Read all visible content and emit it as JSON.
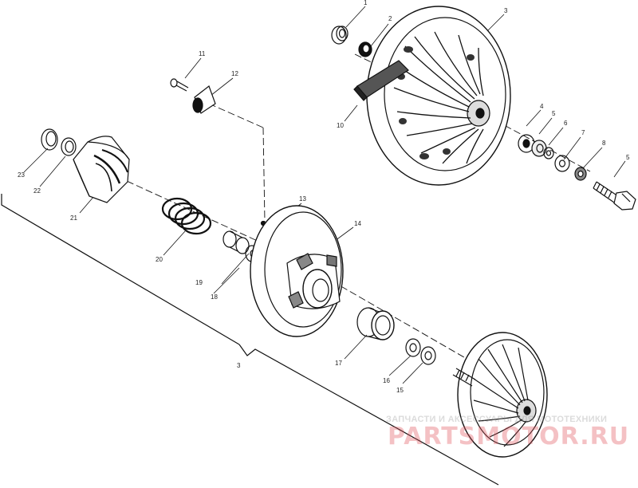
{
  "diagram": {
    "callouts": [
      "1",
      "2",
      "3",
      "4",
      "5",
      "6",
      "7",
      "8",
      "5",
      "10",
      "11",
      "12",
      "13",
      "14",
      "3",
      "15",
      "16",
      "17",
      "18",
      "19",
      "20",
      "21",
      "22",
      "23"
    ]
  },
  "watermark": {
    "caption": "ЗАПЧАСТИ И АКСЕССУАРЫ ДЛЯ МОТОТЕХНИКИ",
    "brand": "PARTSMOTOR.RU",
    "color": "#e0505a"
  }
}
